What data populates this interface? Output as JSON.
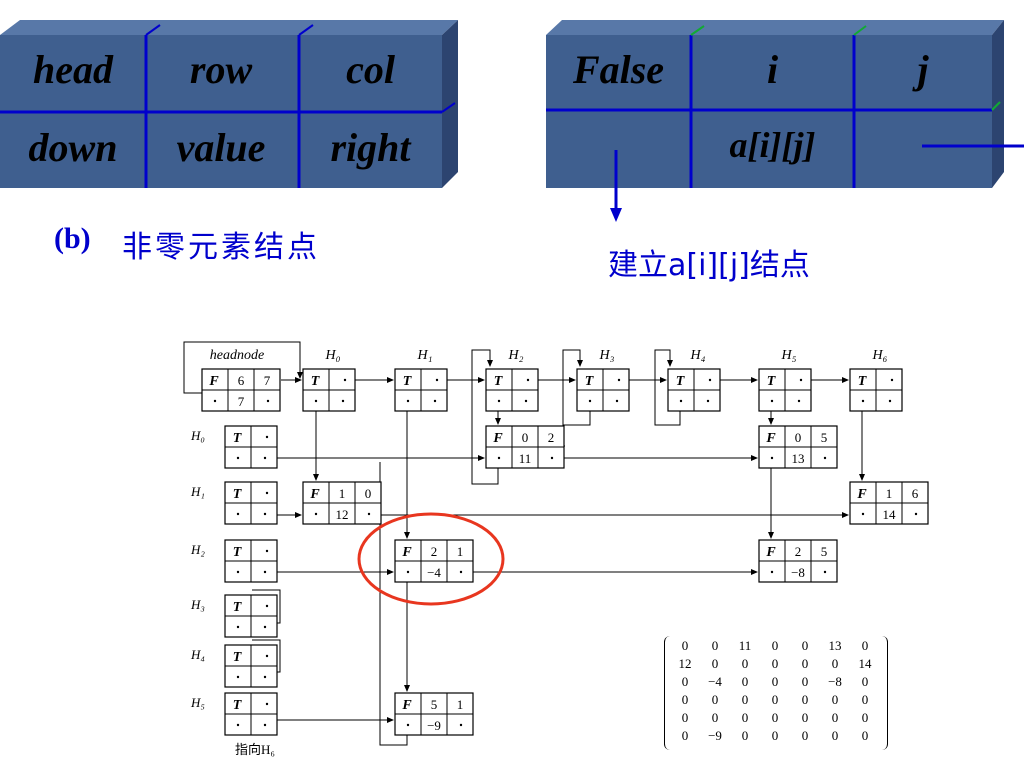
{
  "node_b": {
    "row1": [
      "head",
      "row",
      "col"
    ],
    "row2": [
      "down",
      "value",
      "right"
    ],
    "caption_prefix": "(b)",
    "caption_text": "非零元素结点"
  },
  "node_c": {
    "row1": [
      "False",
      "i",
      "j"
    ],
    "row2_mid": "a[i][j]",
    "caption": "建立a[i][j]结点"
  },
  "diagram": {
    "headnode_label": "headnode",
    "headnode_flag": "F",
    "headnode_vals": [
      "6",
      "7"
    ],
    "headnode_value": "7",
    "col_heads": [
      "H₀",
      "H₁",
      "H₂",
      "H₃",
      "H₄",
      "H₅",
      "H₆"
    ],
    "row_heads": [
      "H₀",
      "H₁",
      "H₂",
      "H₃",
      "H₄",
      "H₅"
    ],
    "true_flag": "T",
    "false_flag": "F",
    "nodes": [
      {
        "i": "0",
        "j": "2",
        "v": "11"
      },
      {
        "i": "0",
        "j": "5",
        "v": "13"
      },
      {
        "i": "1",
        "j": "0",
        "v": "12"
      },
      {
        "i": "1",
        "j": "6",
        "v": "14"
      },
      {
        "i": "2",
        "j": "1",
        "v": "−4"
      },
      {
        "i": "2",
        "j": "5",
        "v": "−8"
      },
      {
        "i": "5",
        "j": "1",
        "v": "−9"
      }
    ],
    "note": "指向H₆",
    "matrix": [
      [
        "0",
        "0",
        "11",
        "0",
        "0",
        "13",
        "0"
      ],
      [
        "12",
        "0",
        "0",
        "0",
        "0",
        "0",
        "14"
      ],
      [
        "0",
        "−4",
        "0",
        "0",
        "0",
        "−8",
        "0"
      ],
      [
        "0",
        "0",
        "0",
        "0",
        "0",
        "0",
        "0"
      ],
      [
        "0",
        "0",
        "0",
        "0",
        "0",
        "0",
        "0"
      ],
      [
        "0",
        "−9",
        "0",
        "0",
        "0",
        "0",
        "0"
      ]
    ]
  },
  "colors": {
    "box_fill": "#3f5f8f",
    "grid_line": "#0000cc",
    "caption": "#0000cc",
    "highlight": "#e8361f"
  }
}
